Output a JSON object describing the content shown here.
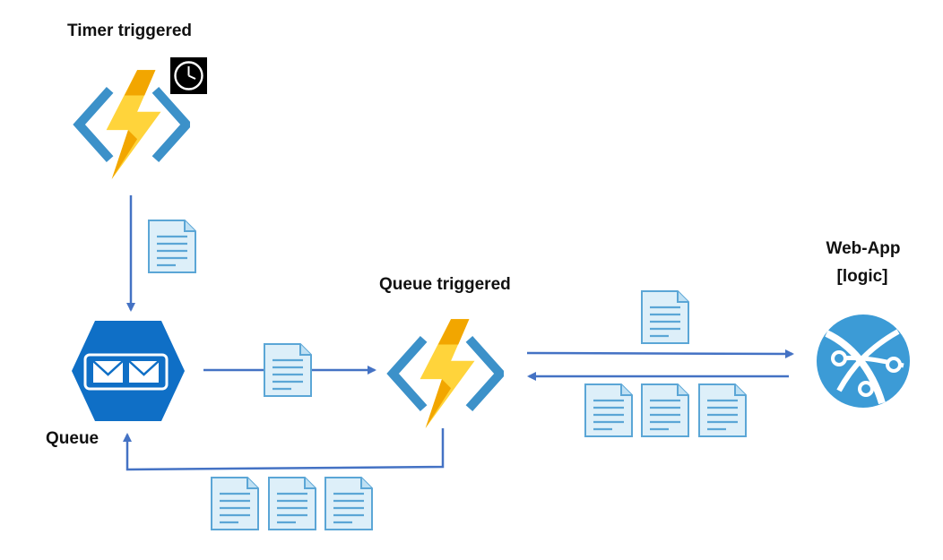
{
  "labels": {
    "timer": "Timer triggered",
    "queue_trigger": "Queue triggered",
    "webapp_line1": "Web-App",
    "webapp_line2": "[logic]",
    "queue": "Queue"
  },
  "nodes": {
    "timer_function": {
      "icon": "azure-function-icon",
      "badge": "clock-icon"
    },
    "queue_storage": {
      "icon": "storage-queue-icon"
    },
    "queue_function": {
      "icon": "azure-function-icon"
    },
    "web_app": {
      "icon": "web-app-icon"
    }
  },
  "flows": [
    {
      "from": "timer_function",
      "to": "queue_storage",
      "documents": 1
    },
    {
      "from": "queue_storage",
      "to": "queue_function",
      "documents": 1
    },
    {
      "from": "queue_function",
      "to": "web_app",
      "documents": 1
    },
    {
      "from": "web_app",
      "to": "queue_function",
      "documents": 3
    },
    {
      "from": "queue_function",
      "to": "queue_storage",
      "documents": 3
    }
  ],
  "colors": {
    "arrow": "#4472C4",
    "bolt_light": "#FFD43B",
    "bolt_dark": "#F2A600",
    "bracket": "#3C91C9",
    "queue_fill": "#0F6FC6",
    "webapp": "#3C9BD6",
    "doc_fill": "#DDEFF9",
    "doc_stroke": "#5BA6D6"
  }
}
